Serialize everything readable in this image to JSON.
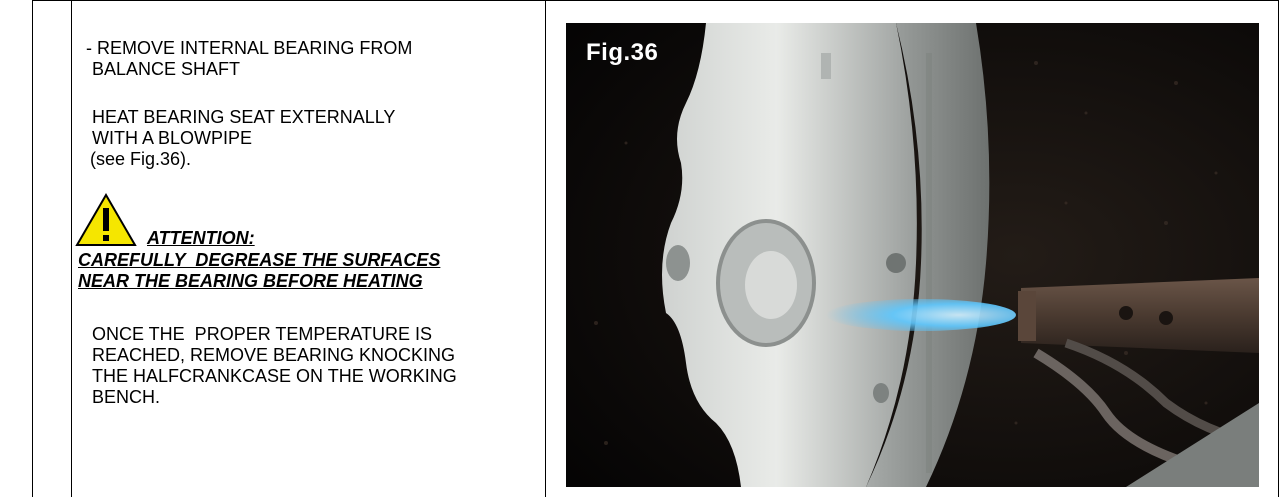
{
  "instructions": {
    "step_remove": "- REMOVE INTERNAL BEARING FROM",
    "step_remove_2": "BALANCE SHAFT",
    "step_heat": "HEAT BEARING SEAT EXTERNALLY",
    "step_heat_2": "WITH A BLOWPIPE",
    "step_heat_ref": "(see Fig.36).",
    "attention_title": "ATTENTION:",
    "attention_line_1": "CAREFULLY  DEGREASE THE SURFACES",
    "attention_line_2": "NEAR THE BEARING BEFORE HEATING",
    "step_final_1": "ONCE THE  PROPER TEMPERATURE IS",
    "step_final_2": "REACHED, REMOVE BEARING KNOCKING",
    "step_final_3": "THE HALFCRANKCASE ON THE WORKING",
    "step_final_4": "BENCH."
  },
  "figure": {
    "label": "Fig.36",
    "subject": "aluminum half-crankcase being heated with a blue blowpipe flame"
  },
  "colors": {
    "warning_yellow": "#f5e600",
    "flame_blue": "#5ec8ff",
    "photo_bg": "#0d0b0a"
  },
  "icons": {
    "warning": "warning-triangle-icon"
  }
}
